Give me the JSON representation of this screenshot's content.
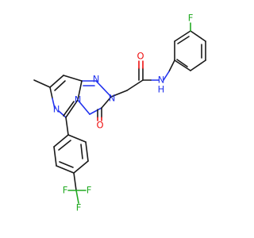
{
  "molecule": {
    "atoms": {
      "F_top": "F",
      "H_amide": "H",
      "N_amide": "N",
      "O_carbonyl": "O",
      "N_triazole_1": "N",
      "N_triazole_2": "N",
      "N_ring_shared": "N",
      "N_pyrimidine": "N",
      "O_ring": "O",
      "F_1": "F",
      "F_2": "F",
      "F_3": "F"
    },
    "colors": {
      "carbon": "#1a1a1a",
      "nitrogen": "#2233ee",
      "oxygen": "#ee1111",
      "fluorine": "#22aa22"
    }
  }
}
